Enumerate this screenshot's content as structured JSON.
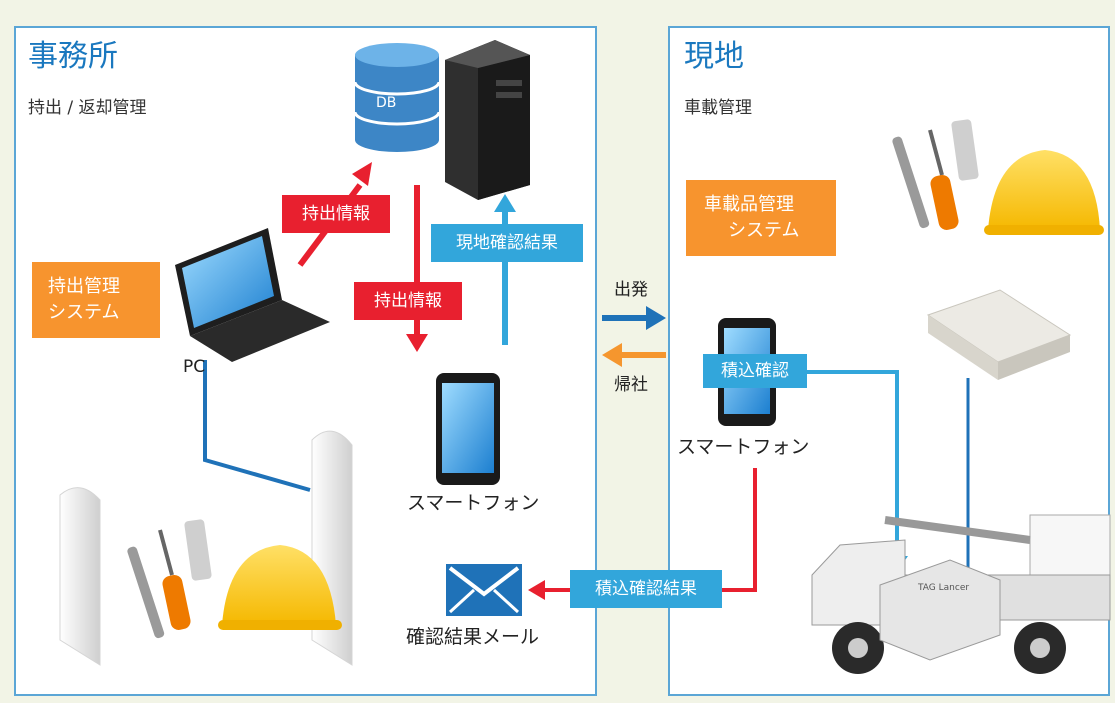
{
  "office": {
    "title": "事務所",
    "subtitle": "持出 / 返却管理",
    "system_line1": "持出管理",
    "system_line2": "システム",
    "pc_label": "PC",
    "db_label": "DB",
    "smartphone_label": "スマートフォン",
    "mail_label": "確認結果メール"
  },
  "field": {
    "title": "現地",
    "subtitle": "車載管理",
    "system_line1": "車載品管理",
    "system_line2": "システム",
    "smartphone_label": "スマートフォン",
    "truck_device_text": "TAG Lancer"
  },
  "flows": {
    "carry_out_info_1": "持出情報",
    "carry_out_info_2": "持出情報",
    "field_check_result": "現地確認結果",
    "departure": "出発",
    "return": "帰社",
    "load_check": "積込確認",
    "load_check_result": "積込確認結果"
  },
  "colors": {
    "panel_border": "#5ba6d6",
    "title_blue": "#1a78bf",
    "flow_red": "#e8202f",
    "flow_blue": "#32a6db",
    "system_orange": "#f7942e",
    "departure_arrow": "#1f72b8",
    "return_arrow": "#f5962e"
  }
}
